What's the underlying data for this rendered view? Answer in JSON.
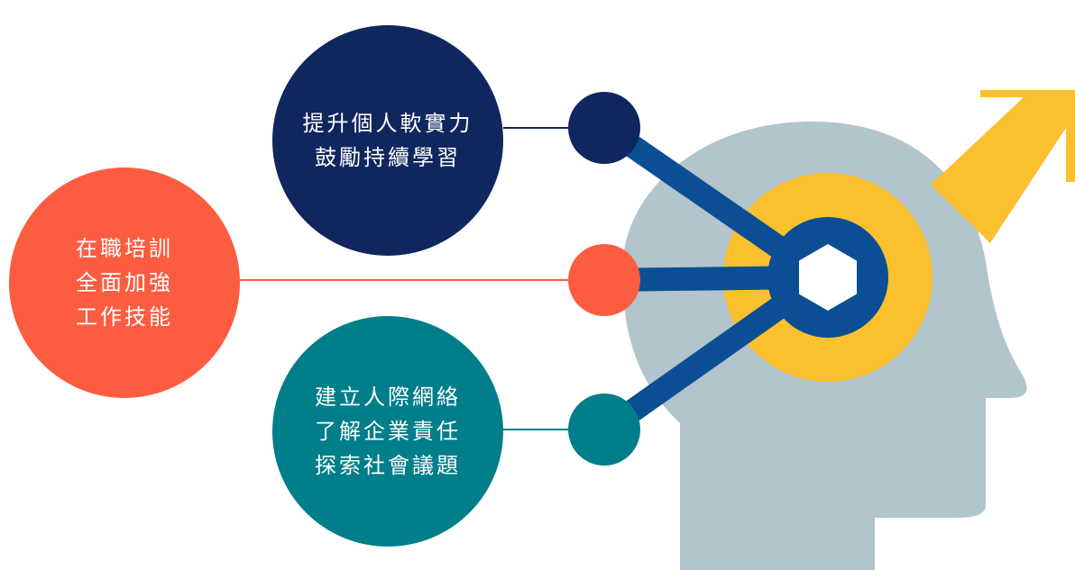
{
  "bubbles": {
    "top": {
      "lines": [
        "提升個人軟實力",
        "鼓勵持續學習"
      ],
      "color": "#10265e"
    },
    "left": {
      "lines": [
        "在職培訓",
        "全面加強",
        "工作技能"
      ],
      "color": "#fc5c40"
    },
    "bottom": {
      "lines": [
        "建立人際網絡",
        "了解企業責任",
        "探索社會議題"
      ],
      "color": "#007e8a"
    }
  },
  "colors": {
    "head": "#b2c4cc",
    "ring": "#fbc02d",
    "hub": "#0b4e94",
    "arrow": "#fbc02d",
    "hex": "#ffffff"
  },
  "icons": [
    "head-silhouette-icon",
    "growth-arrow-icon",
    "hexagon-nut-icon"
  ]
}
